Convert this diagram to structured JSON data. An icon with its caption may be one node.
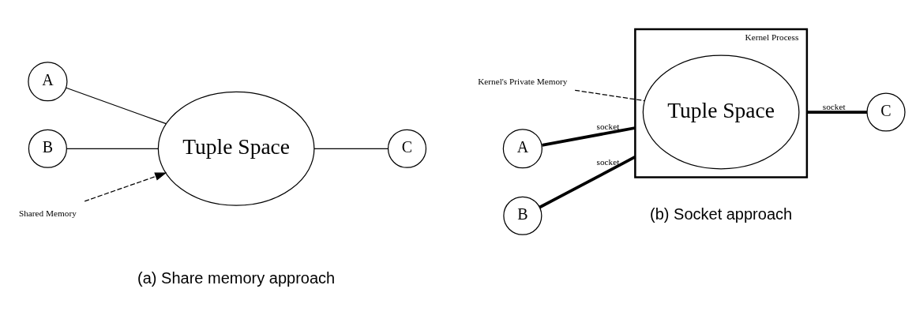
{
  "diagram": {
    "nodes": [
      {
        "text": [
          "A"
        ]
      },
      {
        "text": [
          "Tuple Space"
        ]
      },
      {
        "text": [
          "C"
        ]
      },
      {
        "text": [
          "B"
        ]
      },
      {
        "text": [
          "Shared Memory"
        ]
      },
      {
        "text": [
          "Kernel Process"
        ]
      },
      {
        "text": [
          "A"
        ]
      },
      {
        "text": [
          "Tuple Space"
        ],
        "in": 5
      },
      {
        "text": [
          "C"
        ]
      },
      {
        "text": [
          "B"
        ]
      },
      {
        "text": [
          "Kernel's Private Memory"
        ]
      }
    ],
    "edges": [
      {
        "from": 0,
        "to": 1,
        "arrow": "none"
      },
      {
        "from": 3,
        "to": 1,
        "arrow": "none"
      },
      {
        "from": 1,
        "to": 2,
        "arrow": "none"
      },
      {
        "from": 4,
        "to": 1,
        "arrow": "to",
        "style": "dashed"
      },
      {
        "from": 6,
        "to": 5,
        "arrow": "none",
        "label": "socket",
        "style": "thick"
      },
      {
        "from": 9,
        "to": 5,
        "arrow": "none",
        "label": "socket",
        "style": "thick"
      },
      {
        "from": 5,
        "to": 8,
        "arrow": "none",
        "label": "socket",
        "style": "thick"
      },
      {
        "from": 10,
        "to": 7,
        "arrow": "none",
        "style": "dashed"
      }
    ],
    "labels": [
      "(a) Share memory approach",
      "(b) Socket approach"
    ]
  }
}
